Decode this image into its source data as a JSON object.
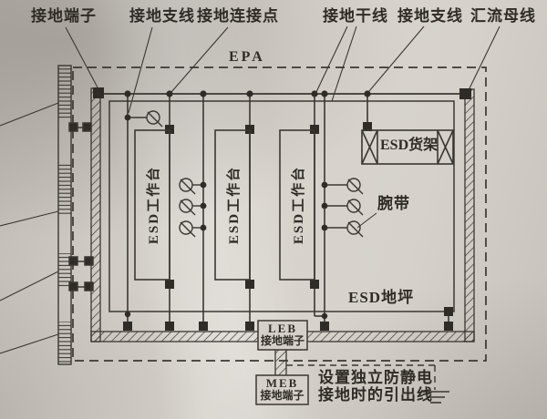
{
  "colors": {
    "ink": "#35322d",
    "paper": "#d5d1ca"
  },
  "top_labels": [
    {
      "text": "接地端子"
    },
    {
      "text": "接地支线"
    },
    {
      "text": "接地连接点"
    },
    {
      "text": "接地干线"
    },
    {
      "text": "接地支线"
    },
    {
      "text": "汇流母线"
    }
  ],
  "epa_label": "EPA",
  "workbenches": [
    {
      "label": "ESD工作台"
    },
    {
      "label": "ESD工作台"
    },
    {
      "label": "ESD工作台"
    }
  ],
  "shelf_label": "ESD货架",
  "wrist_strap_label": "腕带",
  "floor_label": "ESD地坪",
  "leb": {
    "name": "LEB",
    "label": "接地端子"
  },
  "meb": {
    "name": "MEB",
    "label": "接地端子"
  },
  "note": {
    "line1": "设置独立防静电",
    "line2": "接地时的引出线"
  }
}
